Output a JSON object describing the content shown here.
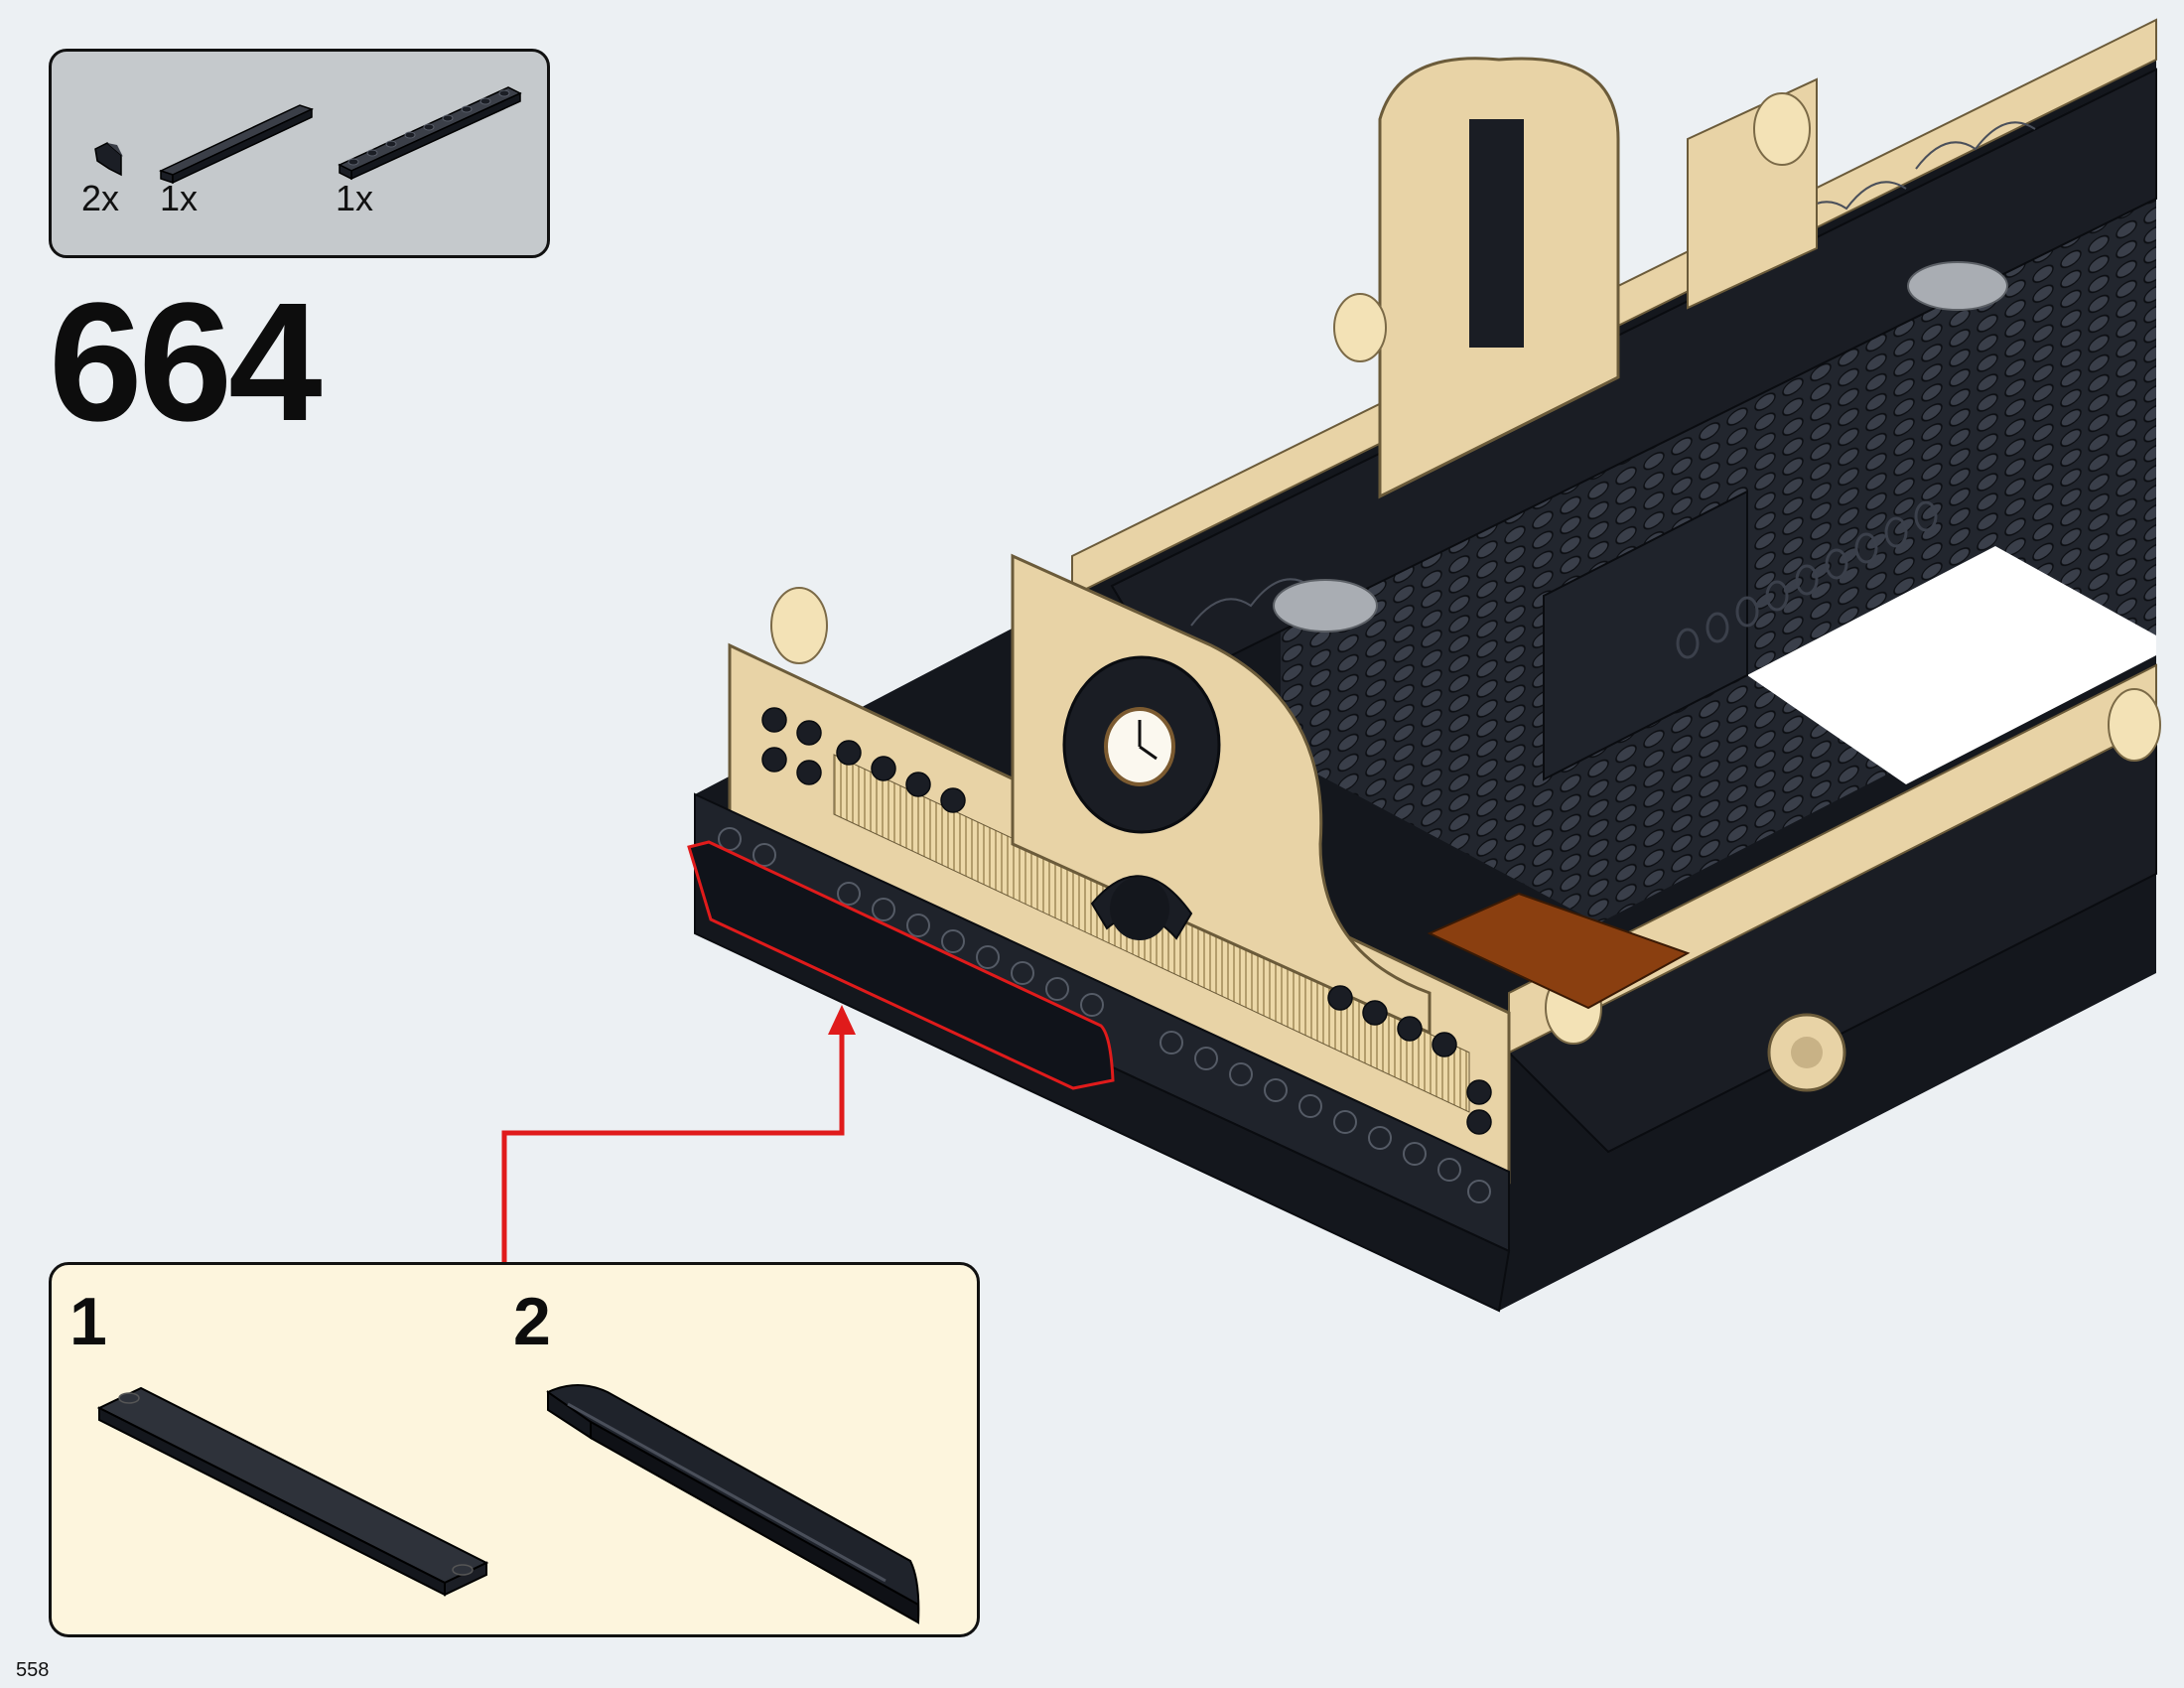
{
  "parts_list": {
    "items": [
      {
        "quantity": "2x",
        "part": "black-slope-piece-icon"
      },
      {
        "quantity": "1x",
        "part": "black-long-plate-icon"
      },
      {
        "quantity": "1x",
        "part": "black-studded-plate-icon"
      }
    ]
  },
  "step": {
    "number": "664"
  },
  "sub_steps": [
    {
      "number": "1",
      "part": "black-plate-with-end-studs"
    },
    {
      "number": "2",
      "part": "black-curved-slope-assembly"
    }
  ],
  "page": {
    "number": "558"
  },
  "colors": {
    "background": "#ecf0f3",
    "parts_panel": "#c5c9cc",
    "sub_panel": "#fdf5dd",
    "callout_arrow": "#e01b1b",
    "tan": "#e8d3a6",
    "black_brick": "#1a1d24"
  }
}
